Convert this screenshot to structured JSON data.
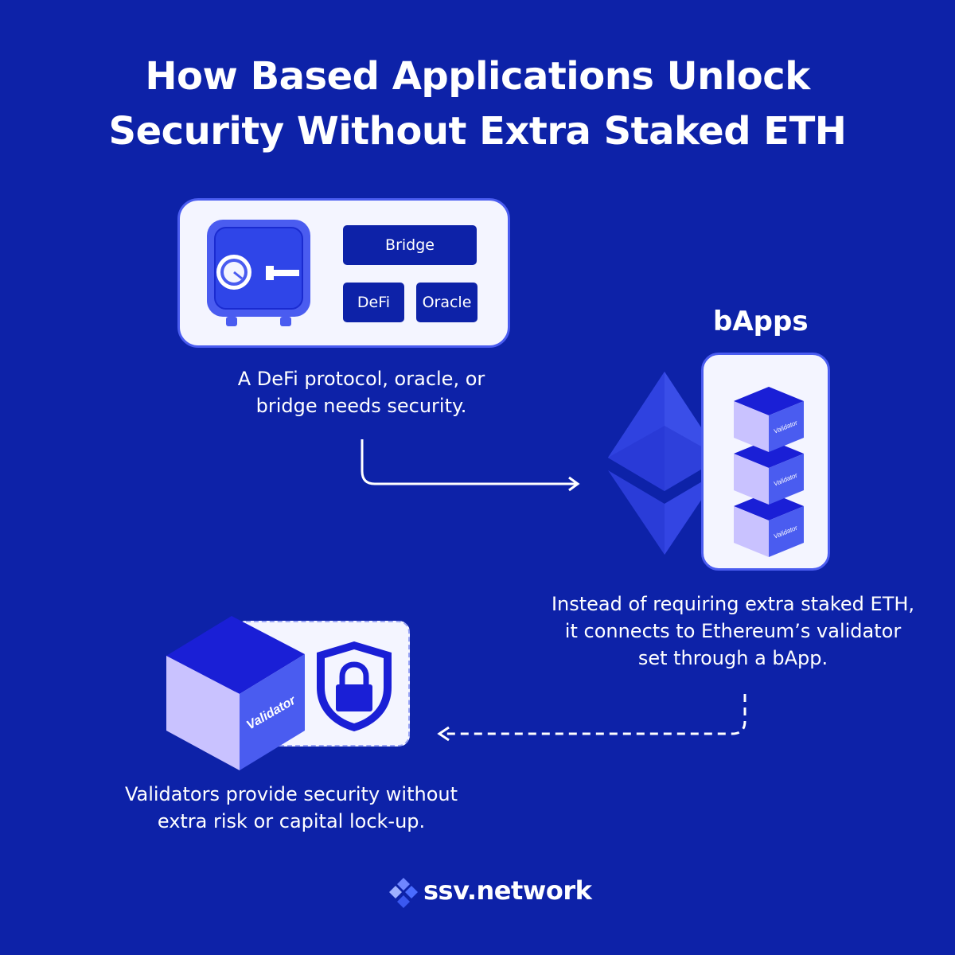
{
  "title": {
    "line1": "How Based Applications Unlock",
    "line2": "Security Without Extra Staked ETH"
  },
  "protocol_panel": {
    "chips": {
      "bridge": "Bridge",
      "defi": "DeFi",
      "oracle": "Oracle"
    },
    "caption_line1": "A DeFi protocol, oracle, or",
    "caption_line2": "bridge needs security."
  },
  "bapps": {
    "label": "bApps",
    "cube_label": "Validator",
    "caption_line1": "Instead of requiring extra staked ETH,",
    "caption_line2": "it connects to Ethereum’s validator",
    "caption_line3": "set through a bApp."
  },
  "validator_panel": {
    "cube_label": "Validator",
    "caption_line1": "Validators provide security without",
    "caption_line2": "extra risk or capital lock-up."
  },
  "brand": {
    "name": "ssv.network"
  },
  "colors": {
    "background": "#0d22a8",
    "panel": "#f4f5ff",
    "accent_blue": "#4a5cf0",
    "cube_light": "#c9c2ff",
    "cube_dark": "#1a1fd6"
  },
  "icons": [
    "safe-icon",
    "ethereum-logo-icon",
    "validator-cube-icon",
    "shield-lock-icon",
    "arrow-right-icon",
    "arrow-left-dashed-icon",
    "ssv-logo-icon"
  ]
}
